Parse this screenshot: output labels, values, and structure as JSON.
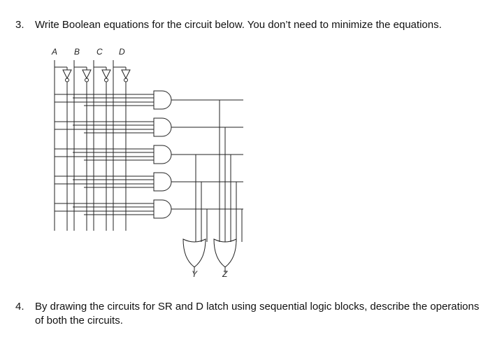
{
  "question3": {
    "number": "3.",
    "text": "Write Boolean equations for the circuit below. You don’t need to minimize the equations."
  },
  "circuit": {
    "inputs": [
      "A",
      "B",
      "C",
      "D"
    ],
    "outputs": [
      "Y",
      "Z"
    ]
  },
  "question4": {
    "number": "4.",
    "text": "By drawing the circuits for SR and D latch using sequential logic blocks, describe the operations of both the circuits."
  }
}
